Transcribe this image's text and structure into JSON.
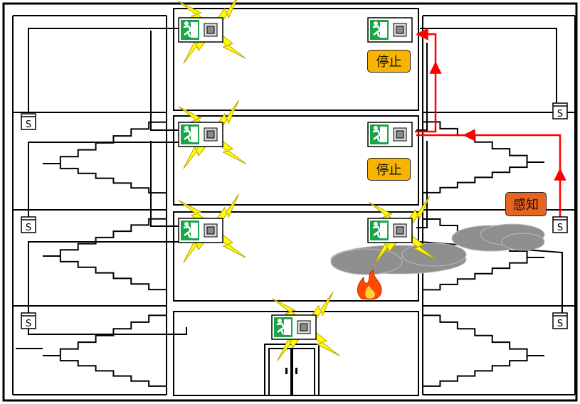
{
  "labels": {
    "stop": "停止",
    "detect": "感知",
    "sensor": "S"
  },
  "colors": {
    "sign_green": "#1aa548",
    "stop_fill": "#f7b400",
    "detect_fill": "#e8641e",
    "alarm_line": "#ff0000",
    "flash": "#ffff00",
    "smoke": "#909090",
    "fire": "#ff4a00"
  },
  "icons": [
    "emergency-exit-sign-icon",
    "strobe-light-icon",
    "flash-bolt-icon",
    "smoke-sensor-icon",
    "smoke-cloud-icon",
    "fire-icon",
    "door-icon"
  ]
}
